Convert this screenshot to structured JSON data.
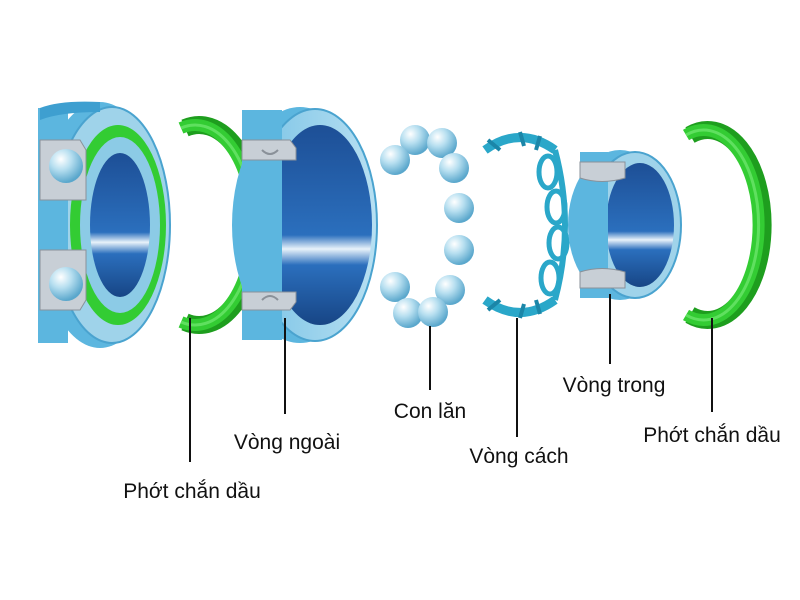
{
  "labels": {
    "seal_left": "Phớt chắn dầu",
    "outer_ring": "Vòng ngoài",
    "balls": "Con lăn",
    "cage": "Vòng cách",
    "inner_ring": "Vòng trong",
    "seal_right": "Phớt chắn dầu"
  },
  "colors": {
    "ring_light": "#9fd3ea",
    "ring_mid": "#5cb6df",
    "ring_bore": "#1f5ea8",
    "seal_green": "#33cc33",
    "seal_dark": "#1e9e1e",
    "cage_teal": "#2aa7c9",
    "ball": "#9fd0e8",
    "section_grey": "#c8cfd6"
  },
  "icons": {
    "assembled_bearing": "assembled-bearing-icon",
    "seal_left": "seal-ring-icon",
    "outer_ring": "outer-ring-icon",
    "balls": "ball-set-icon",
    "cage": "cage-icon",
    "inner_ring": "inner-ring-icon",
    "seal_right": "seal-ring-icon"
  }
}
